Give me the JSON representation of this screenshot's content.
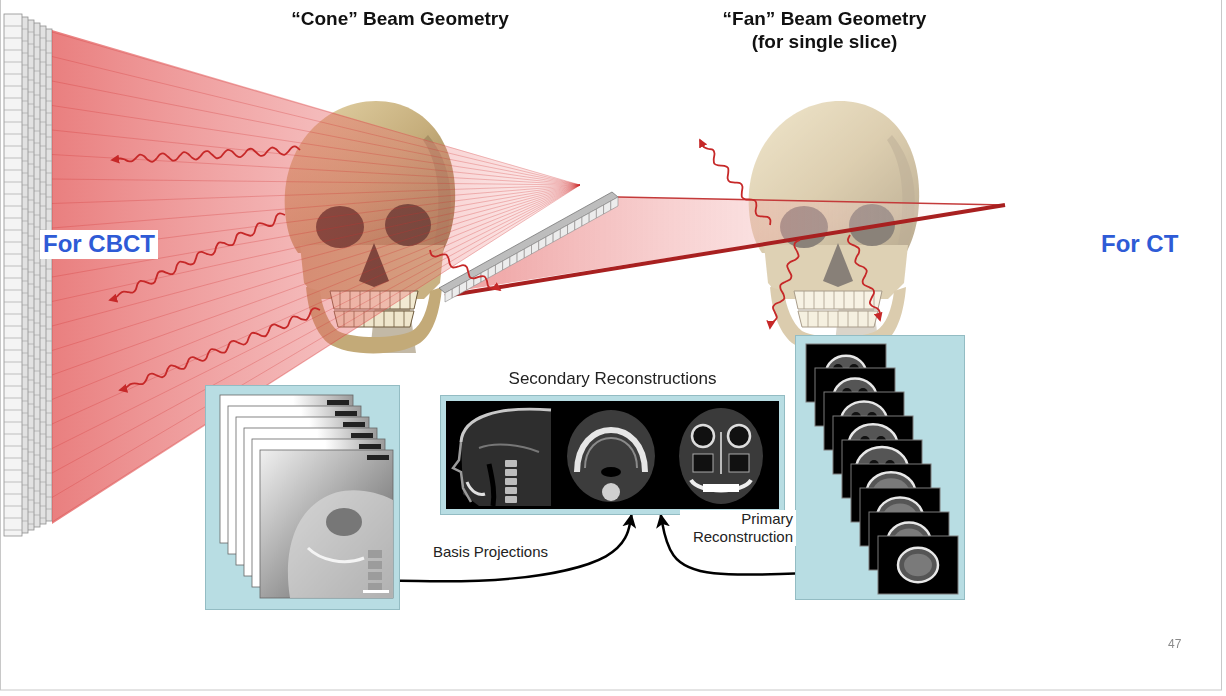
{
  "diagram": {
    "nodes": [
      {
        "text": []
      },
      {
        "text": [
          "Secondary Reconstructions"
        ]
      },
      {
        "text": []
      }
    ],
    "edges": [
      {
        "from": 0,
        "to": 1,
        "arrow": "to",
        "label": "Basis Projections"
      },
      {
        "from": 2,
        "to": 1,
        "arrow": "to",
        "label": "Primary Reconstruction"
      }
    ],
    "labels": [
      "“Cone” Beam Geometry",
      "“Fan” Beam Geometry (for single slice)",
      "For CBCT",
      "For CT",
      "47"
    ]
  }
}
